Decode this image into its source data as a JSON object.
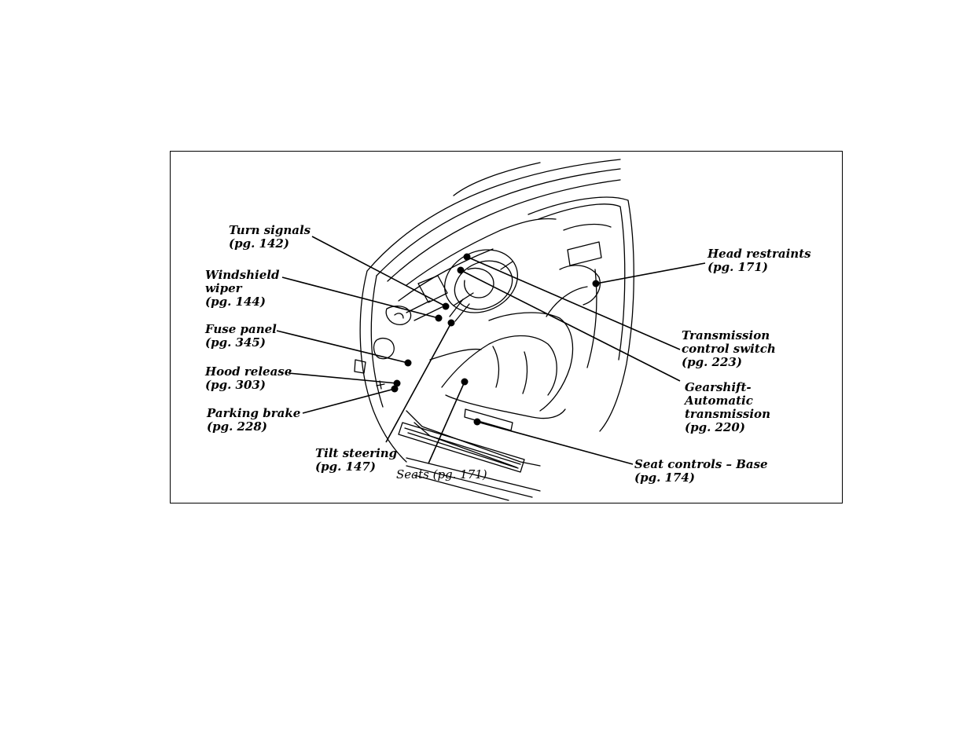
{
  "callouts": {
    "turn_signals": {
      "name": "Turn signals",
      "page": "(pg. 142)"
    },
    "windshield_wiper": {
      "line1": "Windshield",
      "line2": "wiper",
      "page": "(pg. 144)"
    },
    "fuse_panel": {
      "name": "Fuse panel",
      "page": "(pg. 345)"
    },
    "hood_release": {
      "name": "Hood release",
      "page": "(pg. 303)"
    },
    "parking_brake": {
      "name": "Parking brake",
      "page": "(pg. 228)"
    },
    "tilt_steering": {
      "name": "Tilt steering",
      "page": "(pg. 147)"
    },
    "seats": {
      "text": "Seats (pg. 171)"
    },
    "seat_controls": {
      "name": "Seat controls – Base",
      "page": "(pg. 174)"
    },
    "gearshift": {
      "line1": "Gearshift-",
      "line2": "Automatic",
      "line3": "transmission",
      "page": "(pg. 220)"
    },
    "transmission_control": {
      "line1": "Transmission",
      "line2": "control switch",
      "page": "(pg. 223)"
    },
    "head_restraints": {
      "name": "Head restraints",
      "page": "(pg. 171)"
    }
  },
  "icons": {
    "illustration": "car-interior-line-drawing",
    "marker": "filled-dot"
  },
  "colors": {
    "ink": "#000000",
    "background": "#ffffff"
  }
}
